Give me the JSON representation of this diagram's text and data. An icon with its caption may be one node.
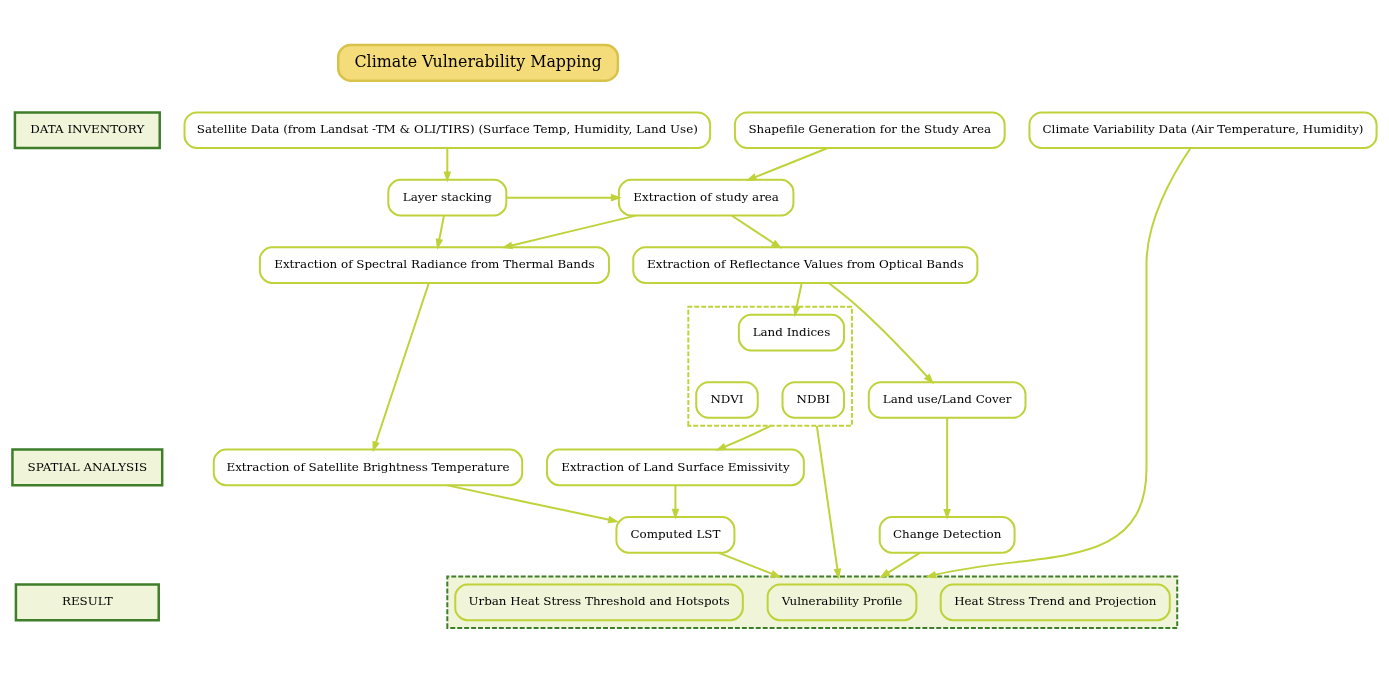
{
  "diagram": {
    "nodes": [
      {
        "text": [
          "Climate Vulnerability Mapping"
        ]
      },
      {
        "text": [
          "DATA INVENTORY"
        ]
      },
      {
        "text": [
          "SPATIAL ANALYSIS"
        ]
      },
      {
        "text": [
          "RESULT"
        ]
      },
      {
        "text": [
          "Satellite Data (from Landsat -TM & OLI/TIRS) (Surface Temp, Humidity, Land Use)"
        ]
      },
      {
        "text": [
          "Shapefile Generation for the Study Area"
        ]
      },
      {
        "text": [
          "Climate Variability Data (Air Temperature, Humidity)"
        ]
      },
      {
        "text": [
          "Layer stacking"
        ]
      },
      {
        "text": [
          "Extraction of study area"
        ]
      },
      {
        "text": [
          "Extraction of Spectral Radiance from Thermal Bands"
        ]
      },
      {
        "text": [
          "Extraction of Reflectance Values from Optical Bands"
        ]
      },
      {
        "text": [
          "Extraction of Satellite Brightness Temperature"
        ]
      },
      {
        "text": [
          "Extraction of Land Surface Emissivity"
        ]
      },
      {
        "text": [],
        "shape": "box"
      },
      {
        "text": [
          "Land Indices"
        ],
        "in": 13
      },
      {
        "text": [
          "NDVI"
        ],
        "in": 13
      },
      {
        "text": [
          "NDBI"
        ],
        "in": 13
      },
      {
        "text": [
          "Land use/Land Cover"
        ]
      },
      {
        "text": [
          "Computed LST"
        ]
      },
      {
        "text": [
          "Change Detection"
        ]
      },
      {
        "text": [],
        "shape": "box"
      },
      {
        "text": [
          "Urban Heat Stress Threshold and Hotspots"
        ],
        "in": 20
      },
      {
        "text": [
          "Vulnerability Profile"
        ],
        "in": 20
      },
      {
        "text": [
          "Heat Stress Trend and Projection"
        ],
        "in": 20
      }
    ],
    "edges": [
      {
        "from": 4,
        "to": 7,
        "arrow": "to"
      },
      {
        "from": 5,
        "to": 8,
        "arrow": "to"
      },
      {
        "from": 7,
        "to": 8,
        "arrow": "to"
      },
      {
        "from": 7,
        "to": 9,
        "arrow": "to"
      },
      {
        "from": 8,
        "to": 9,
        "arrow": "to"
      },
      {
        "from": 8,
        "to": 10,
        "arrow": "to"
      },
      {
        "from": 9,
        "to": 11,
        "arrow": "to"
      },
      {
        "from": 10,
        "to": 14,
        "arrow": "to"
      },
      {
        "from": 10,
        "to": 17,
        "arrow": "to"
      },
      {
        "from": 13,
        "to": 12,
        "arrow": "to"
      },
      {
        "from": 11,
        "to": 18,
        "arrow": "to"
      },
      {
        "from": 12,
        "to": 18,
        "arrow": "to"
      },
      {
        "from": 17,
        "to": 19,
        "arrow": "to"
      },
      {
        "from": 18,
        "to": 20,
        "arrow": "to"
      },
      {
        "from": 13,
        "to": 20,
        "arrow": "to"
      },
      {
        "from": 19,
        "to": 20,
        "arrow": "to"
      },
      {
        "from": 6,
        "to": 20,
        "arrow": "to"
      }
    ]
  }
}
